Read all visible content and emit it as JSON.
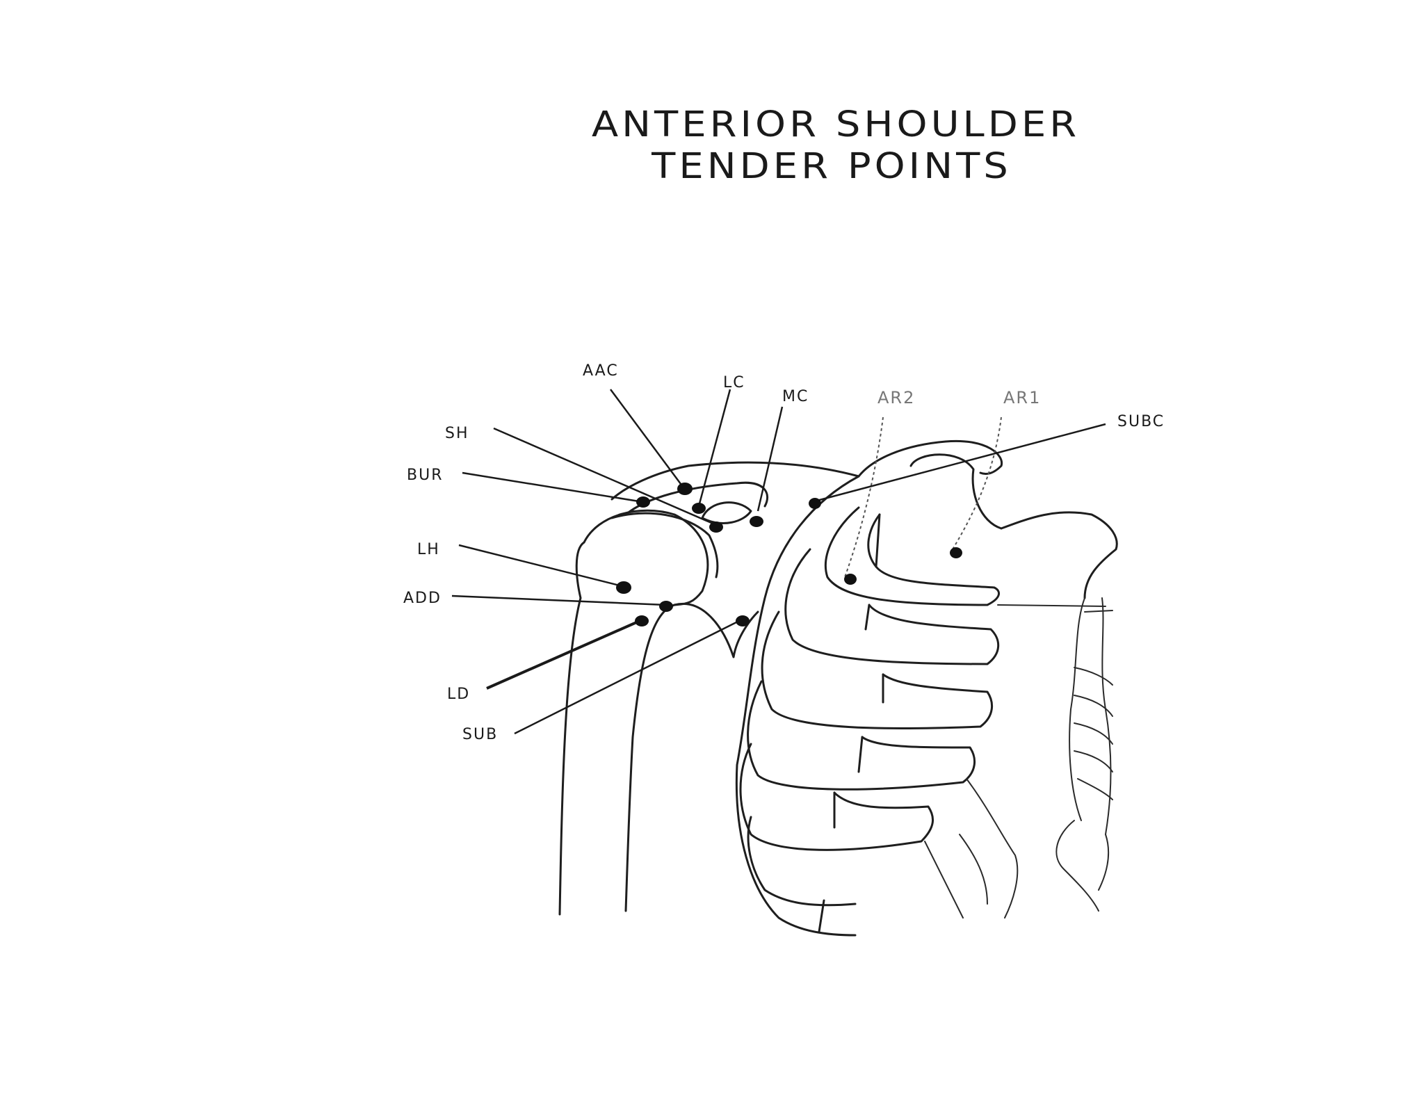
{
  "title": {
    "line1": "ANTERIOR SHOULDER",
    "line2": "TENDER POINTS"
  },
  "labels": {
    "aac": "AAC",
    "lc": "LC",
    "mc": "MC",
    "ar2": "AR2",
    "ar1": "AR1",
    "subc": "SUBC",
    "sh": "SH",
    "bur": "BUR",
    "lh": "LH",
    "add": "ADD",
    "ld": "LD",
    "sub": "SUB"
  }
}
